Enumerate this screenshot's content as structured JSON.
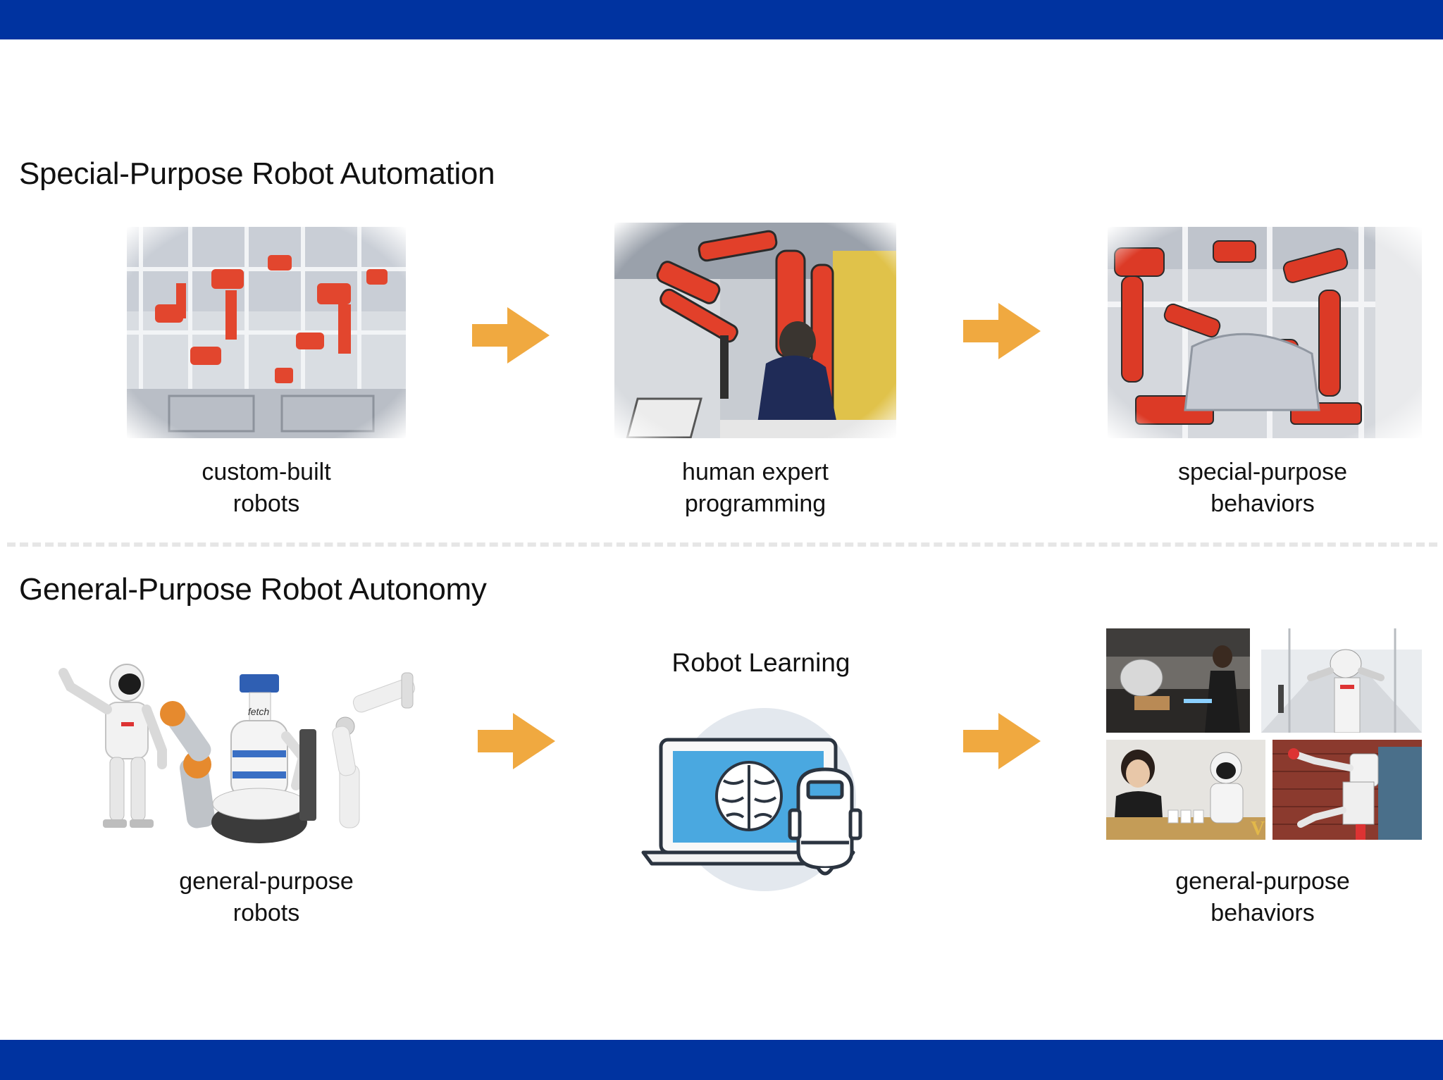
{
  "sections": [
    {
      "title": "Special-Purpose Robot Automation",
      "stages": [
        {
          "caption_lines": [
            "custom-built",
            "robots"
          ]
        },
        {
          "caption_lines": [
            "human expert",
            "programming"
          ]
        },
        {
          "caption_lines": [
            "special-purpose",
            "behaviors"
          ]
        }
      ]
    },
    {
      "title": "General-Purpose Robot Autonomy",
      "stages": [
        {
          "caption_lines": [
            "general-purpose",
            "robots"
          ]
        },
        {
          "center_label": "Robot Learning"
        },
        {
          "caption_lines": [
            "general-purpose",
            "behaviors"
          ]
        }
      ]
    }
  ],
  "logo_text": {
    "fetch_robot": "fetch"
  },
  "colors": {
    "banner": "#0033a0",
    "arrow": "#f0a940",
    "robot_orange": "#e0402a",
    "laptop_screen": "#4aa8e0",
    "learning_circle": "#e3e8ee",
    "divider": "#e6e6e6"
  }
}
